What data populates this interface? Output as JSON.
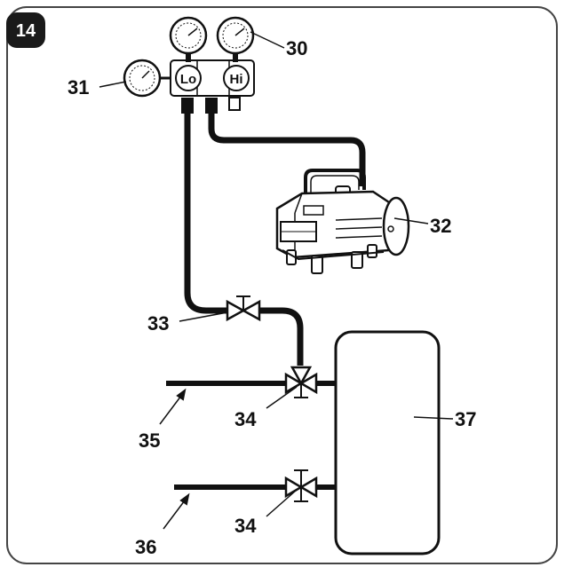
{
  "figure": {
    "number": "14",
    "manifold": {
      "low_label": "Lo",
      "high_label": "Hi"
    },
    "callouts": {
      "gauge_high": "30",
      "gauge_compound": "31",
      "vacuum_pump": "32",
      "shutoff_valve": "33",
      "service_valve_upper": "34",
      "service_valve_lower": "34",
      "pipe_upper": "35",
      "pipe_lower": "36",
      "tank": "37"
    }
  },
  "colors": {
    "line": "#111111",
    "frame": "#444444",
    "background": "#ffffff",
    "pump_fill": "#ffffff"
  },
  "icons": [
    "pressure-gauge-icon",
    "valve-icon",
    "vacuum-pump-icon"
  ]
}
